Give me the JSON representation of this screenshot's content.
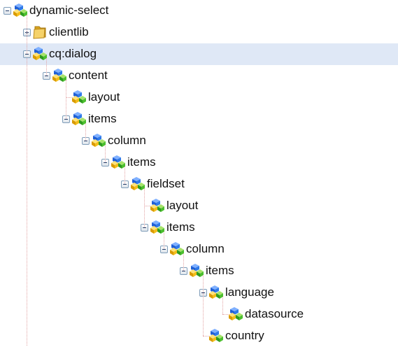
{
  "tree": {
    "nodes": [
      {
        "label": "dynamic-select",
        "depth": 0,
        "state": "expanded",
        "icon": "node-cubes-icon"
      },
      {
        "label": "clientlib",
        "depth": 1,
        "state": "collapsed",
        "icon": "folder-icon"
      },
      {
        "label": "cq:dialog",
        "depth": 1,
        "state": "expanded",
        "icon": "node-cubes-icon",
        "selected": true
      },
      {
        "label": "content",
        "depth": 2,
        "state": "expanded",
        "icon": "node-cubes-icon"
      },
      {
        "label": "layout",
        "depth": 3,
        "state": "leaf",
        "icon": "node-cubes-icon"
      },
      {
        "label": "items",
        "depth": 3,
        "state": "expanded",
        "icon": "node-cubes-icon"
      },
      {
        "label": "column",
        "depth": 4,
        "state": "expanded",
        "icon": "node-cubes-icon"
      },
      {
        "label": "items",
        "depth": 5,
        "state": "expanded",
        "icon": "node-cubes-icon"
      },
      {
        "label": "fieldset",
        "depth": 6,
        "state": "expanded",
        "icon": "node-cubes-icon"
      },
      {
        "label": "layout",
        "depth": 7,
        "state": "leaf",
        "icon": "node-cubes-icon"
      },
      {
        "label": "items",
        "depth": 7,
        "state": "expanded",
        "icon": "node-cubes-icon"
      },
      {
        "label": "column",
        "depth": 8,
        "state": "expanded",
        "icon": "node-cubes-icon"
      },
      {
        "label": "items",
        "depth": 9,
        "state": "expanded",
        "icon": "node-cubes-icon"
      },
      {
        "label": "language",
        "depth": 10,
        "state": "expanded",
        "icon": "node-cubes-icon"
      },
      {
        "label": "datasource",
        "depth": 11,
        "state": "leaf",
        "icon": "node-cubes-icon"
      },
      {
        "label": "country",
        "depth": 10,
        "state": "leaf",
        "icon": "node-cubes-icon"
      }
    ]
  },
  "colors": {
    "selection": "#dfe8f6",
    "connector": "#e2a3a3",
    "text": "#111111"
  }
}
